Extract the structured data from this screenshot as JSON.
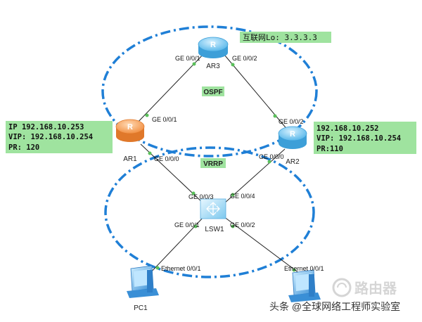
{
  "colors": {
    "router_blue": "#6ec6ee",
    "router_orange": "#f59a50",
    "label_bg": "#9fe39f",
    "ellipse": "#1f7fd6",
    "link": "#222222",
    "port_dot": "#5ac05a"
  },
  "devices": {
    "ar3": "AR3",
    "ar1": "AR1",
    "ar2": "AR2",
    "lsw1": "LSW1",
    "pc1": "PC1"
  },
  "areas": {
    "ospf": "OSPF",
    "vrrp": "VRRP"
  },
  "ports": {
    "ar3_g1": "GE 0/0/1",
    "ar3_g2": "GE 0/0/2",
    "ar1_g1": "GE 0/0/1",
    "ar1_g0": "GE 0/0/0",
    "ar2_g2": "GE 0/0/2",
    "ar2_g0": "GE 0/0/0",
    "lsw_g3": "GE 0/0/3",
    "lsw_g4": "GE 0/0/4",
    "lsw_g1": "GE 0/0/1",
    "lsw_g2": "GE 0/0/2",
    "pc1_eth": "Ethernet 0/0/1",
    "pc2_eth": "Ethernet 0/0/1"
  },
  "labels": {
    "internet": "互联网Lo: 3.3.3.3",
    "ar1_ip": "IP 192.168.10.253",
    "ar1_vip": "VIP: 192.168.10.254",
    "ar1_pr": "PR: 120",
    "ar2_ip": "192.168.10.252",
    "ar2_vip": "VIP: 192.168.10.254",
    "ar2_pr": "PR:110"
  },
  "watermark": {
    "credit": "头条 @全球网络工程师实验室",
    "logo_text": "路由器"
  }
}
